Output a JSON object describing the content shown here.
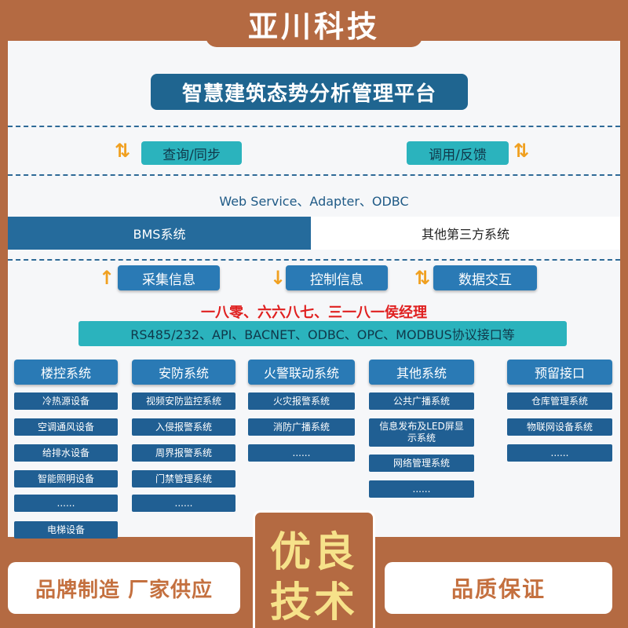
{
  "brand": "亚川科技",
  "title": "智慧建筑态势分析管理平台",
  "top_left_pill": "查询/同步",
  "top_right_pill": "调用/反馈",
  "protocol_line": "Web Service、Adapter、ODBC",
  "bms": "BMS系统",
  "third_party": "其他第三方系统",
  "flow": [
    "采集信息",
    "控制信息",
    "数据交互"
  ],
  "contact": "一八零、六六八七、三一八一侯经理",
  "protocols_bar": "RS485/232、API、BACNET、ODBC、OPC、MODBUS协议接口等",
  "columns": [
    {
      "head": "楼控系统",
      "items": [
        "冷热源设备",
        "空调通风设备",
        "给排水设备",
        "智能照明设备",
        "......",
        "电梯设备"
      ]
    },
    {
      "head": "安防系统",
      "items": [
        "视频安防监控系统",
        "入侵报警系统",
        "周界报警系统",
        "门禁管理系统",
        "......"
      ]
    },
    {
      "head": "火警联动系统",
      "items": [
        "火灾报警系统",
        "消防广播系统",
        "......"
      ]
    },
    {
      "head": "其他系统",
      "items": [
        "公共广播系统",
        "信息发布及LED屏显示系统",
        "网络管理系统",
        "......"
      ]
    },
    {
      "head": "预留接口",
      "items": [
        "仓库管理系统",
        "物联网设备系统",
        "......"
      ]
    }
  ],
  "badge": [
    "优良",
    "技术"
  ],
  "bottom_left": "品牌制造 厂家供应",
  "bottom_right": "品质保证",
  "colors": {
    "accent_dark": "#1f6590",
    "teal": "#2bb3bd",
    "copper": "#b46a42",
    "arrow": "#f0a020",
    "contact_red": "#e02020"
  }
}
